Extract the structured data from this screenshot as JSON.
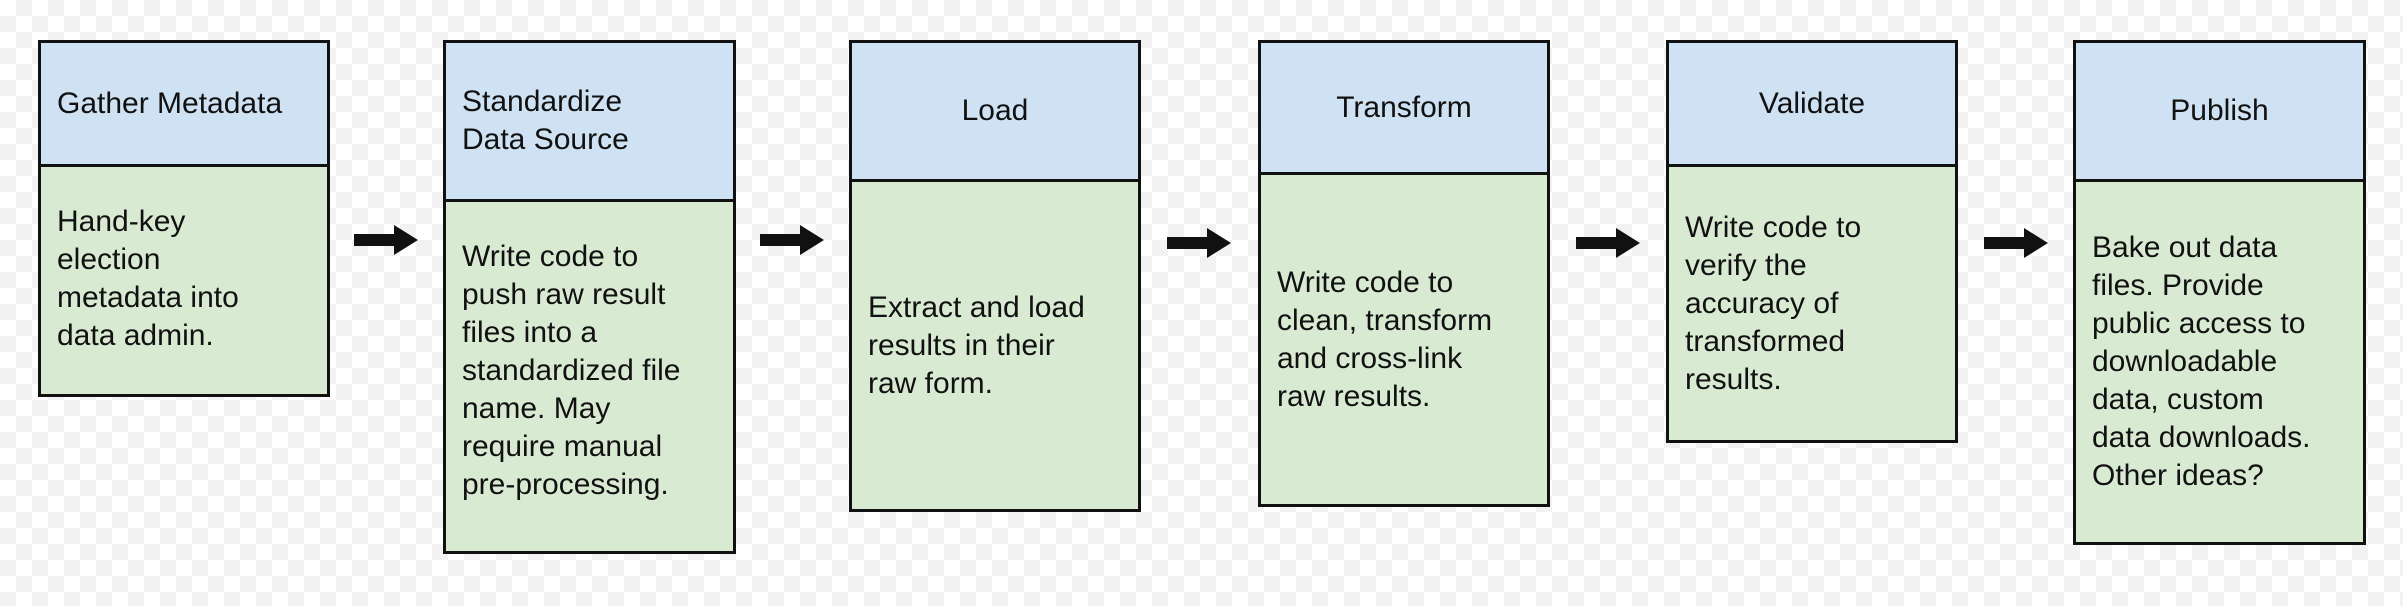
{
  "diagram": {
    "steps": [
      {
        "title": "Gather Metadata",
        "body": "Hand-key\nelection\nmetadata into\ndata admin."
      },
      {
        "title": "Standardize\nData Source",
        "body": "Write code to\npush raw result\nfiles into a\nstandardized file\nname. May\nrequire manual\npre-processing."
      },
      {
        "title": "Load",
        "body": "Extract and load\nresults in their\nraw form."
      },
      {
        "title": "Transform",
        "body": "Write code to\nclean, transform\nand cross-link\nraw results."
      },
      {
        "title": "Validate",
        "body": "Write code to\nverify the\naccuracy of\ntransformed\nresults."
      },
      {
        "title": "Publish",
        "body": "Bake out data\nfiles. Provide\npublic access to\ndownloadable\ndata, custom\ndata downloads.\nOther ideas?"
      }
    ],
    "colors": {
      "header_fill": "#cfe2f3",
      "body_fill": "#d9ead3",
      "border": "#111111",
      "arrow": "#111111"
    },
    "arrow_icon": "right-arrow-icon"
  }
}
